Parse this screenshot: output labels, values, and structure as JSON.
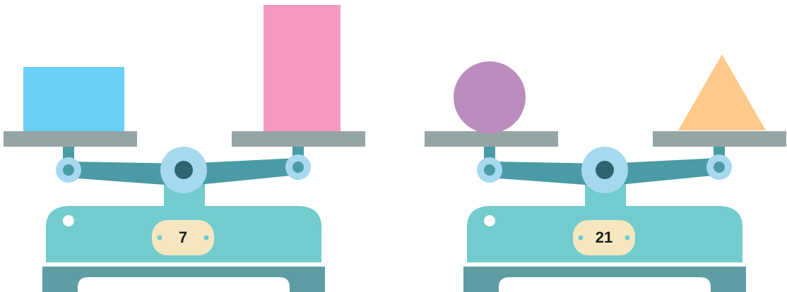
{
  "colors": {
    "blue_block": "#6ccff6",
    "pink_block": "#f49ac1",
    "purple_circle": "#bd8cbf",
    "orange_triangle": "#fcc98a",
    "pan": "#95a5a6",
    "beam": "#4a9ba5",
    "pivot_light": "#a6d9ef",
    "pivot_dark": "#2d6470",
    "body": "#72cbcd",
    "base": "#5f9da4",
    "readout_plate": "#f6e7c1"
  },
  "scales": [
    {
      "left_object": "blue-rectangle",
      "right_object": "pink-rectangle",
      "readout": "7"
    },
    {
      "left_object": "purple-circle",
      "right_object": "orange-triangle",
      "readout": "21"
    }
  ]
}
